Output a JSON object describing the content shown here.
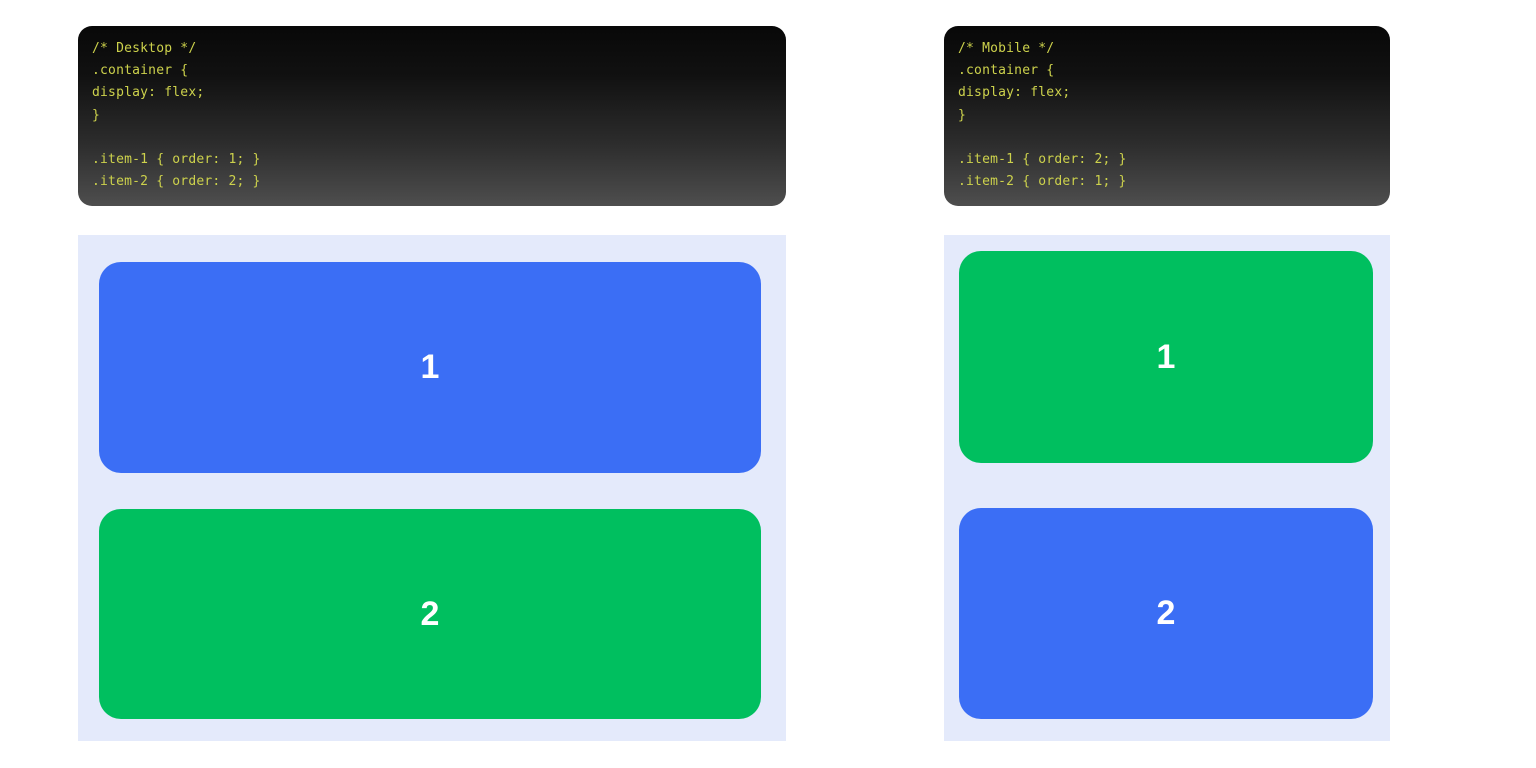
{
  "panels": [
    {
      "name": "desktop",
      "code": {
        "lines": [
          "/* Desktop */",
          ".container {",
          "display: flex;",
          "}",
          "",
          ".item-1 { order: 1; }",
          ".item-2 { order: 2; }"
        ],
        "comment": "/* Desktop */",
        "selector": ".container {",
        "declaration": "display: flex;",
        "close_brace": "}",
        "rule_item_1": ".item-1 { order: 1; }",
        "rule_item_2": ".item-2 { order: 2; }"
      },
      "items": [
        {
          "label": "1",
          "color": "#3b6ef5",
          "class_name": "item-1",
          "order": 1
        },
        {
          "label": "2",
          "color": "#00bf5f",
          "class_name": "item-2",
          "order": 2
        }
      ]
    },
    {
      "name": "mobile",
      "code": {
        "lines": [
          "/* Mobile */",
          ".container {",
          "display: flex;",
          "}",
          "",
          ".item-1 { order: 2; }",
          ".item-2 { order: 1; }"
        ],
        "comment": "/* Mobile */",
        "selector": ".container {",
        "declaration": "display: flex;",
        "close_brace": "}",
        "rule_item_1": ".item-1 { order: 2; }",
        "rule_item_2": ".item-2 { order: 1; }"
      },
      "items": [
        {
          "label": "1",
          "color": "#00bf5f",
          "class_name": "item-2",
          "order": 1
        },
        {
          "label": "2",
          "color": "#3b6ef5",
          "class_name": "item-1",
          "order": 2
        }
      ]
    }
  ],
  "colors": {
    "blue": "#3b6ef5",
    "green": "#00bf5f",
    "container_background": "#e4eafb",
    "code_text": "#cdd24c",
    "code_panel_top": "#080808",
    "code_panel_bottom": "#4e4e4e",
    "item_label": "#ffffff",
    "page_background": "#ffffff"
  }
}
